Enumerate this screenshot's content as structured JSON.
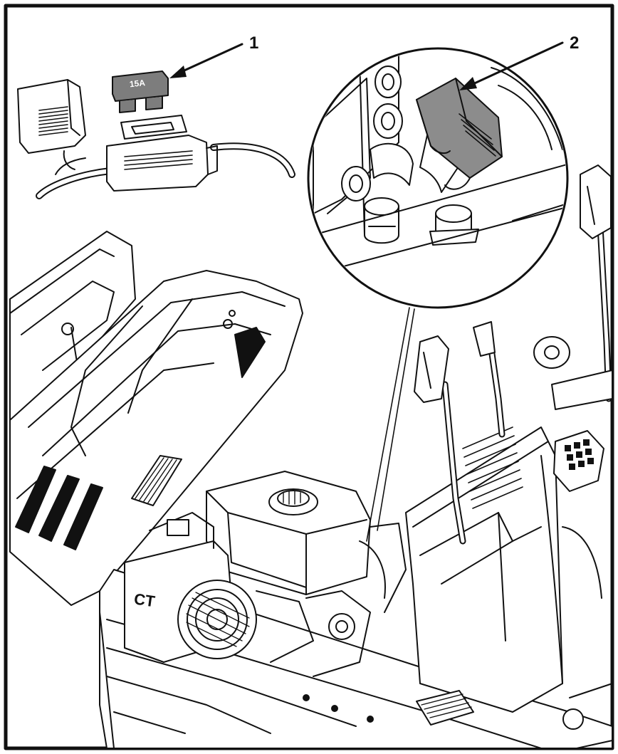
{
  "callouts": [
    {
      "label": "1",
      "target": "fuse"
    },
    {
      "label": "2",
      "target": "fuse-holder"
    }
  ],
  "fuse_marking": "15A",
  "engine_marking": "CT",
  "colors": {
    "ink": "#111111",
    "paper": "#ffffff",
    "fuse_fill": "#7d7d7d",
    "holder_fill": "#8c8c8c"
  }
}
